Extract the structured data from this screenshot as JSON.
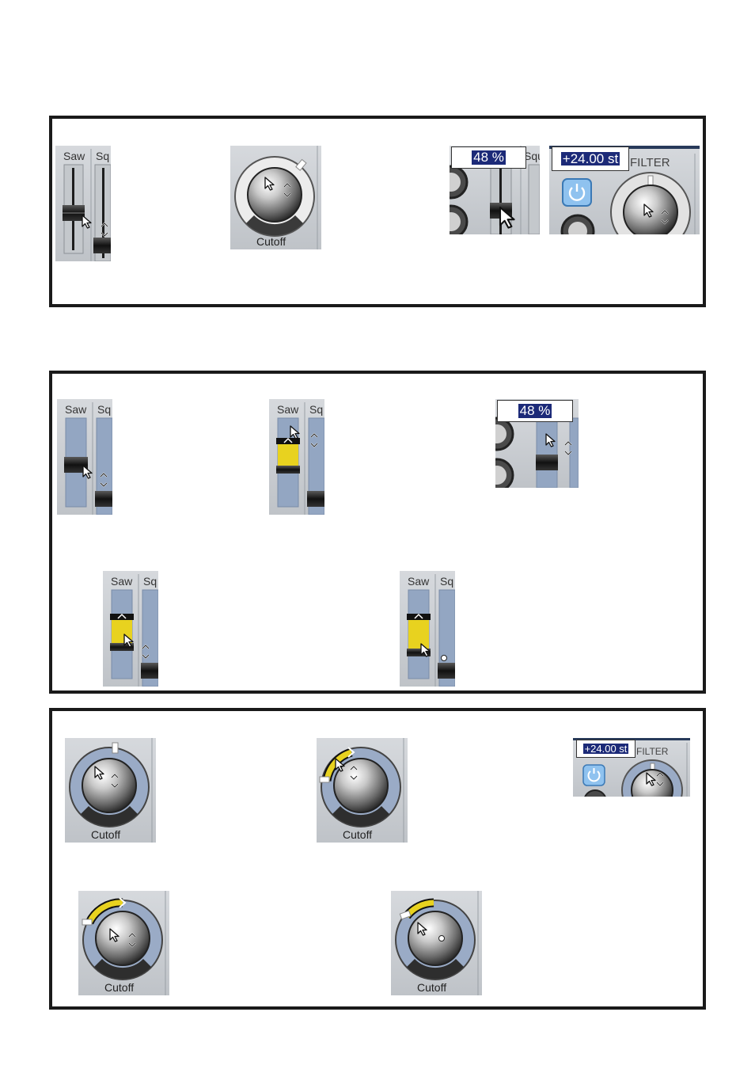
{
  "fader": {
    "saw_label": "Saw",
    "sq_label": "Sq",
    "sq_label_alt": "Squ"
  },
  "knob": {
    "label": "Cutoff"
  },
  "tooltips": {
    "percent": "48 %",
    "semitones": "+24.00 st"
  },
  "filter": {
    "label": "FILTER"
  },
  "colors": {
    "frame": "#1a1a1a",
    "accent_yellow": "#e8d21f",
    "tooltip_bg": "#1c2a78",
    "track_blue": "#93a6c2",
    "track_gray": "#c7cbd0"
  },
  "icons": [
    "mouse-pointer-icon",
    "up-down-arrows-icon",
    "power-icon"
  ]
}
